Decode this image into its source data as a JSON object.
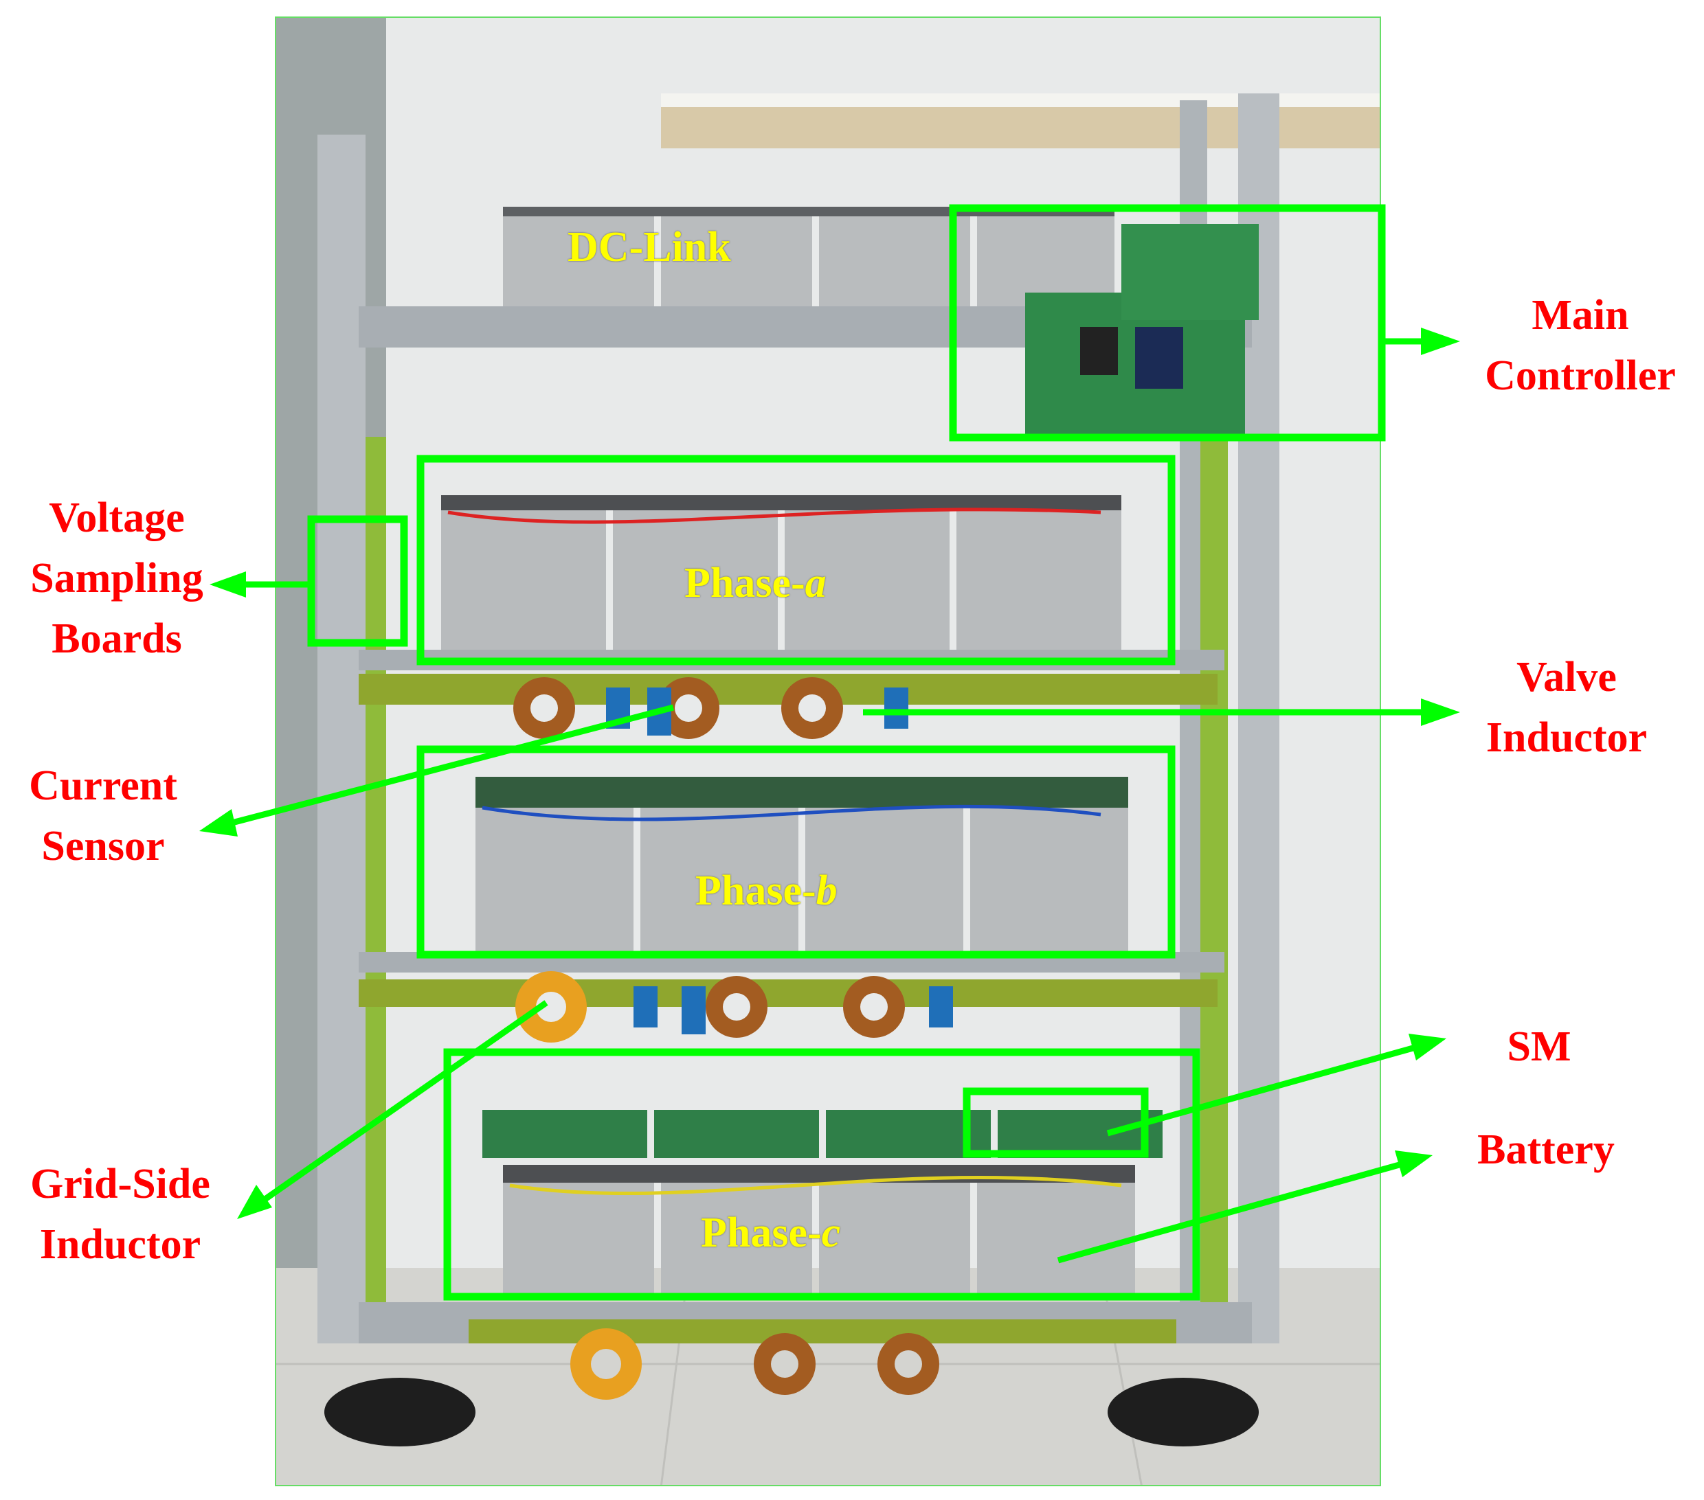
{
  "image": {
    "description_labels": {
      "dc_link": "DC-Link",
      "main_controller": [
        "Main",
        "Controller"
      ],
      "voltage_sampling": [
        "Voltage",
        "Sampling",
        "Boards"
      ],
      "valve_inductor": [
        "Valve",
        "Inductor"
      ],
      "current_sensor": [
        "Current",
        "Sensor"
      ],
      "sm": "SM",
      "battery": "Battery",
      "grid_side_inductor": [
        "Grid-Side",
        "Inductor"
      ],
      "phase_a": {
        "prefix": "Phase-",
        "suffix": "a"
      },
      "phase_b": {
        "prefix": "Phase-",
        "suffix": "b"
      },
      "phase_c": {
        "prefix": "Phase-",
        "suffix": "c"
      }
    },
    "colors": {
      "label_text": "#ff0000",
      "phase_text": "#ffff00",
      "highlight": "#00ff00",
      "frame_border": "#66dd66"
    }
  }
}
